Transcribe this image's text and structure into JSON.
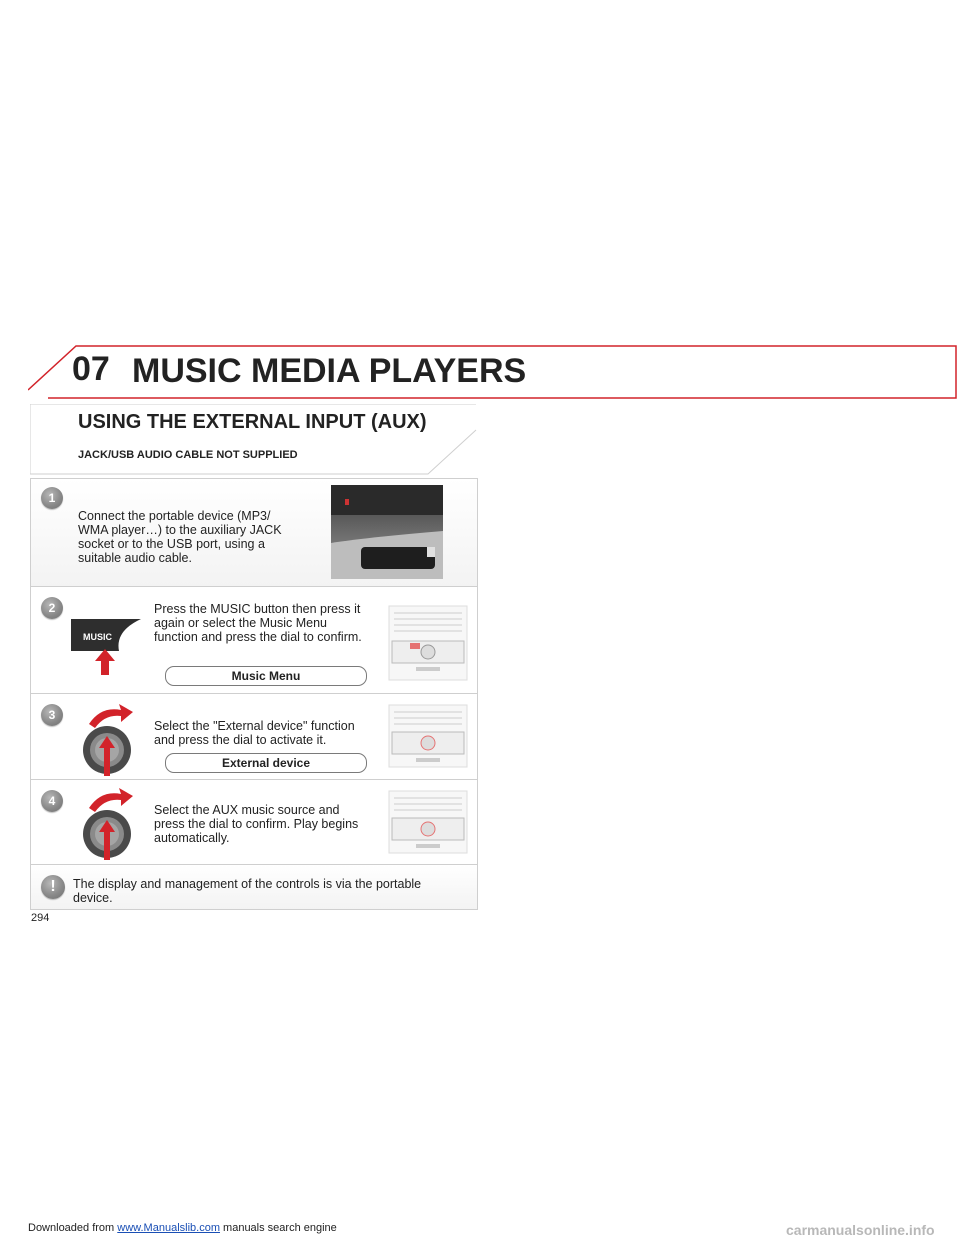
{
  "footer": {
    "prefix": "Downloaded from ",
    "link": "www.Manualslib.com",
    "suffix": "  manuals search engine"
  },
  "watermark": "carmanualsonline.info",
  "header": {
    "chapter": "07",
    "title": "MUSIC MEDIA PLAYERS"
  },
  "section": {
    "title": "USING THE EXTERNAL INPUT (AUX)",
    "subtitle": "JACK/USB AUDIO CABLE NOT SUPPLIED"
  },
  "steps": [
    {
      "number": "1",
      "text": "Connect the portable device (MP3/ WMA player…) to the auxiliary JACK socket or to the USB port, using a suitable audio cable."
    },
    {
      "number": "2",
      "text": "Press the MUSIC button then press it again or select the Music Menu function and press the dial to confirm.",
      "button_label": "MUSIC",
      "pill": "Music Menu"
    },
    {
      "number": "3",
      "text": "Select the \"External device\" function and press the dial to activate it.",
      "pill": "External device"
    },
    {
      "number": "4",
      "text": "Select the AUX music source and press the dial to confirm. Play begins automatically."
    }
  ],
  "warning": {
    "symbol": "!",
    "text": "The display and management of the controls is via the portable device."
  },
  "page_number": "294",
  "colors": {
    "accent": "#d2232a",
    "frame": "#cfcfcf"
  }
}
